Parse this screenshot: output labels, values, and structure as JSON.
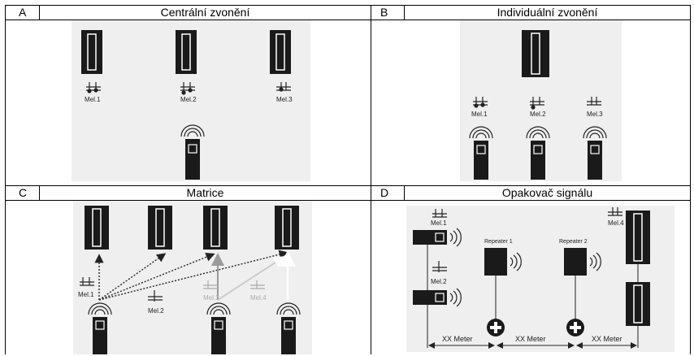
{
  "panels": [
    {
      "letter": "A",
      "title": "Centrální zvonění"
    },
    {
      "letter": "B",
      "title": "Individuální zvonění"
    },
    {
      "letter": "C",
      "title": "Matrice"
    },
    {
      "letter": "D",
      "title": "Opakovač signálu"
    }
  ],
  "melodies": {
    "A": [
      "Mel.1",
      "Mel.2",
      "Mel.3"
    ],
    "B": [
      "Mel.1",
      "Mel.2",
      "Mel.3"
    ],
    "C": [
      "Mel.1",
      "Mel.2",
      "Mel.3",
      "Mel.4"
    ],
    "D": [
      "Mel.1",
      "Mel.2",
      "Mel.4"
    ]
  },
  "repeaters": [
    "Repeater 1",
    "Repeater 2"
  ],
  "distance_label": "XX Meter",
  "colors": {
    "device": "#1a1a1a",
    "panel_bg": "#efefef",
    "arrow_dark": "#222222",
    "arrow_mid": "#9a9a9a",
    "arrow_light": "#c8c8c8"
  }
}
